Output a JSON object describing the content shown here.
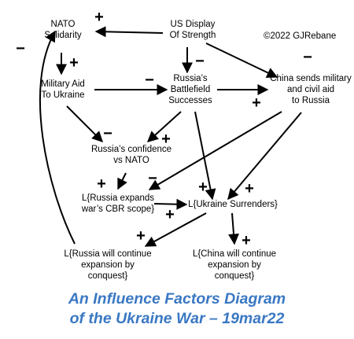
{
  "nodes": {
    "nato": [
      "NATO",
      "Solidarity"
    ],
    "us": [
      "US Display",
      "Of Strength"
    ],
    "military_aid": [
      "Military Aid",
      "To Ukraine"
    ],
    "russia_battle": [
      "Russia’s",
      "Battlefield",
      "Successes"
    ],
    "china_aid": [
      "China sends military",
      "and civil aid",
      "to Russia"
    ],
    "russia_conf": [
      "Russia’s confidence",
      "vs NATO"
    ],
    "cbr": [
      "L{Russia expands",
      "war’s CBR scope}"
    ],
    "ukr_surr": [
      "L{Ukraine Surrenders}"
    ],
    "russia_cont": [
      "L{Russia will continue",
      "expansion by",
      "conquest}"
    ],
    "china_cont": [
      "L{China will continue",
      "expansion by",
      "conquest}"
    ]
  },
  "signs": {
    "us_nato": "+",
    "nato_aid": "+",
    "russia_cont_nato": "−",
    "us_battle": "−",
    "us_china": "−",
    "aid_battle": "−",
    "battle_china": "+",
    "aid_conf": "−",
    "battle_conf": "+",
    "conf_cbr": "+",
    "china_cbr": "−",
    "battle_surr": "+",
    "china_surr": "+",
    "cbr_surr": "+",
    "surr_russia": "+",
    "surr_china": "+"
  },
  "copyright": "©2022 GJRebane",
  "caption": [
    "An Influence Factors Diagram",
    "of the Ukraine War – 19mar22"
  ]
}
